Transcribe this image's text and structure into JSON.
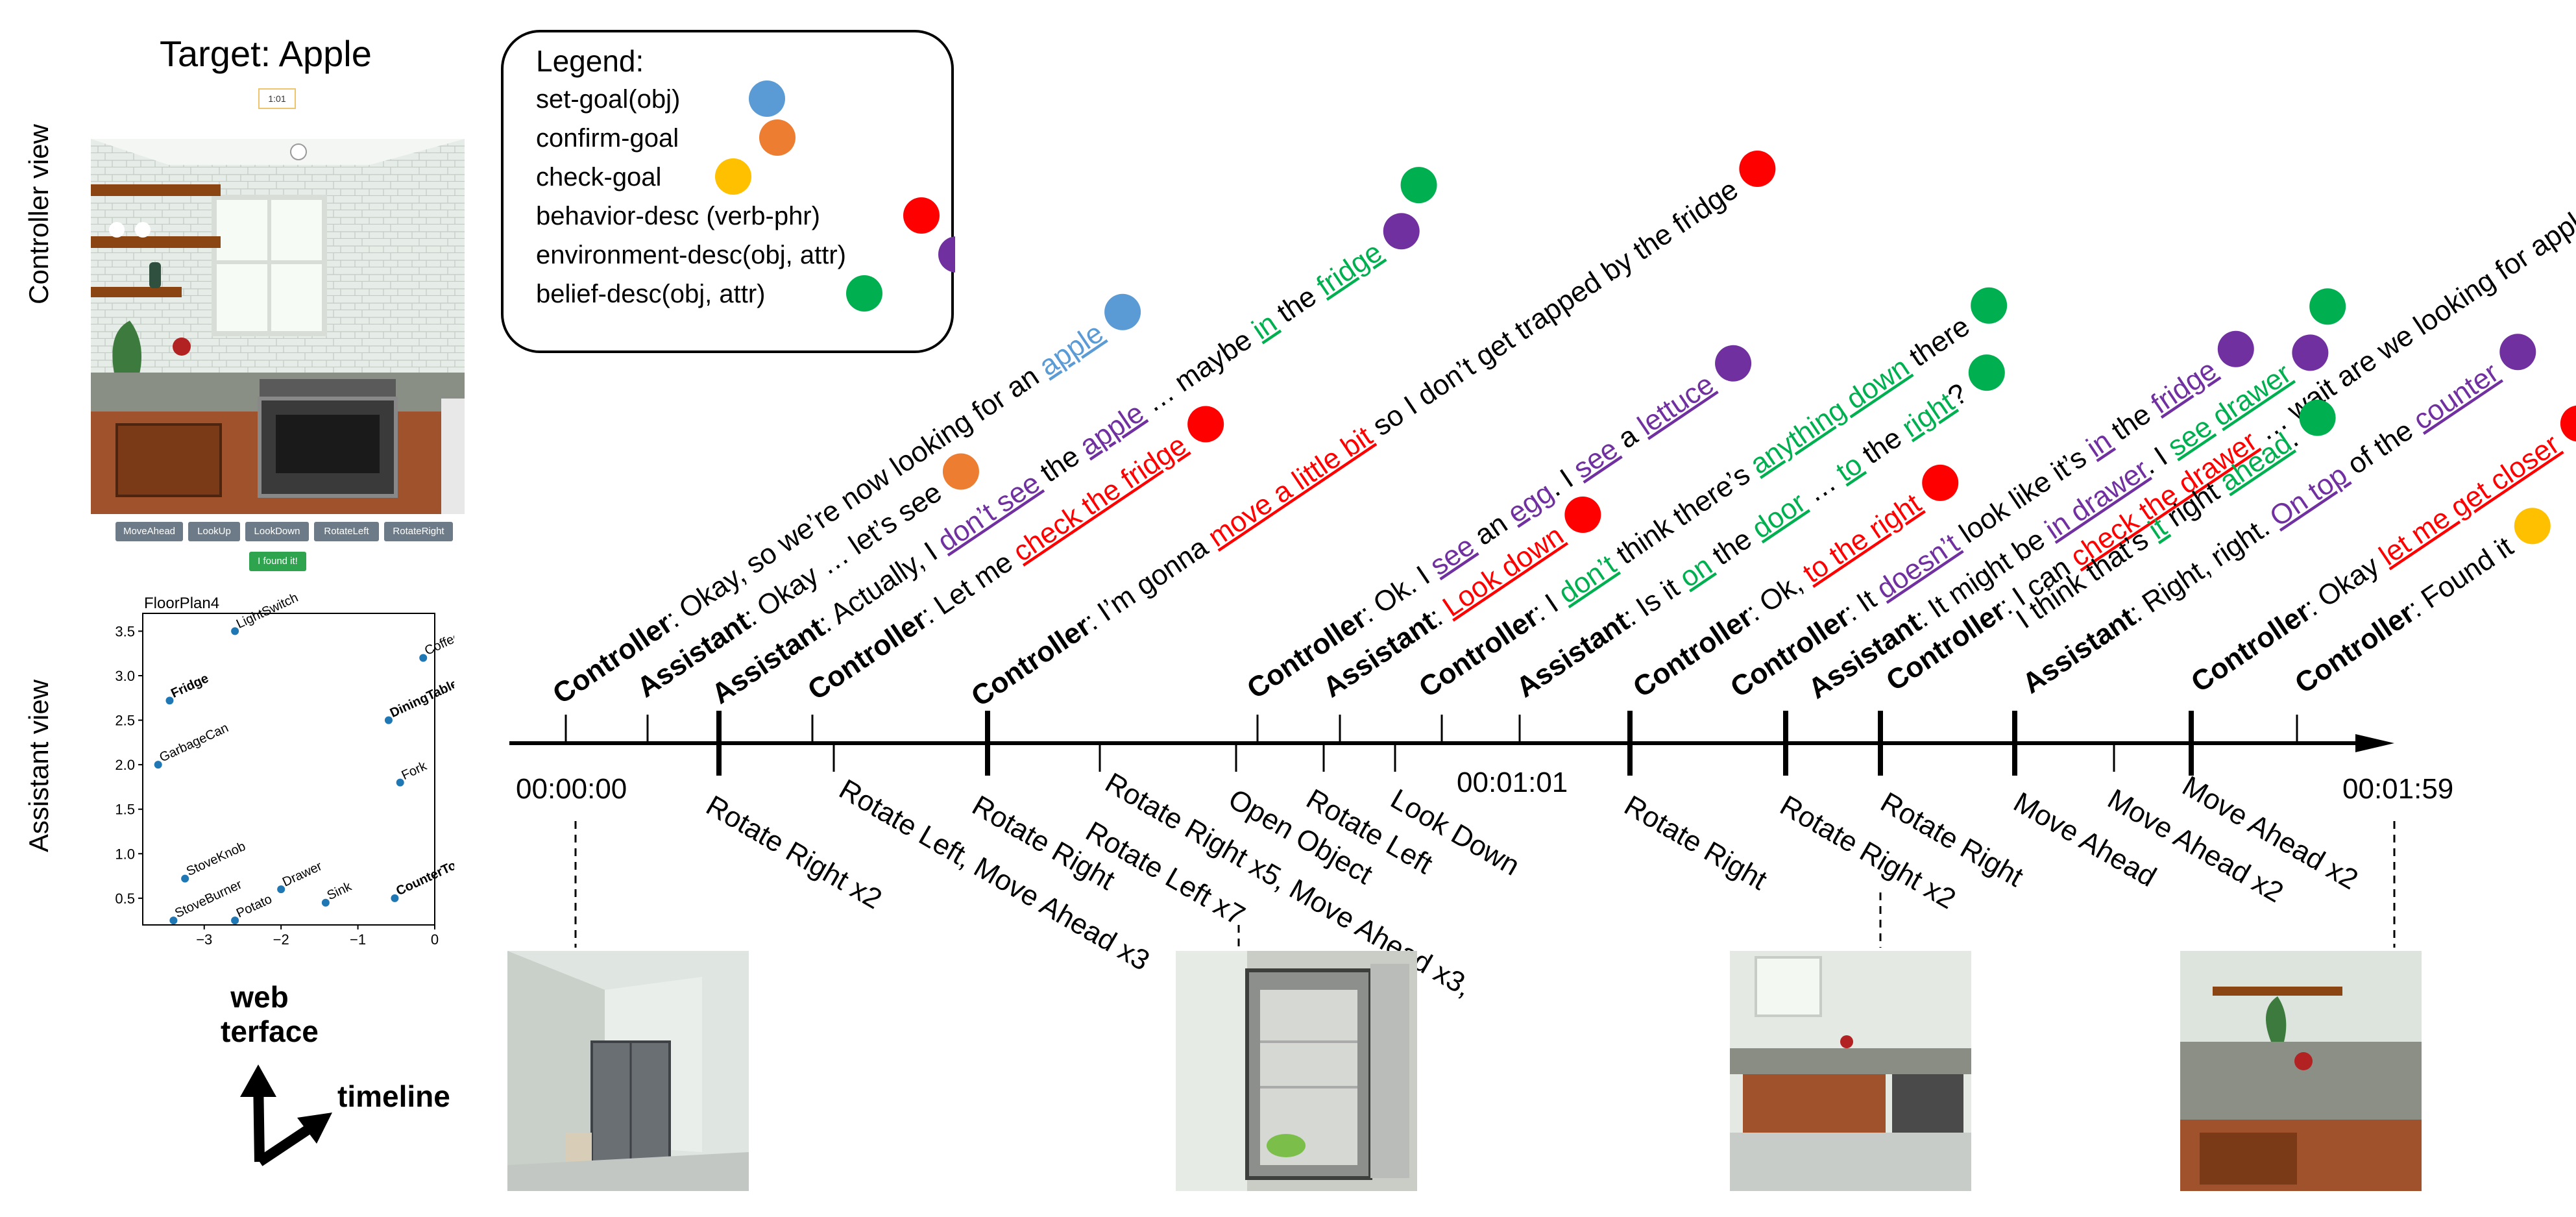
{
  "web_panel": {
    "target": "Target: Apple",
    "timer": "1:01",
    "controller_view_label": "Controller view",
    "assistant_view_label": "Assistant view",
    "buttons": [
      "MoveAhead",
      "LookUp",
      "LookDown",
      "RotateLeft",
      "RotateRight"
    ],
    "found_button": "I found it!",
    "axes_labels": [
      "web",
      "interface",
      "timeline"
    ]
  },
  "floorplan": {
    "title": "FloorPlan4",
    "points": [
      {
        "name": "LightSwitch",
        "x": -2.6,
        "y": 3.5,
        "bold": false
      },
      {
        "name": "CoffeeM",
        "x": -0.15,
        "y": 3.2,
        "bold": false
      },
      {
        "name": "Fridge",
        "x": -3.45,
        "y": 2.72,
        "bold": true
      },
      {
        "name": "DiningTable",
        "x": -0.6,
        "y": 2.5,
        "bold": true
      },
      {
        "name": "GarbageCan",
        "x": -3.6,
        "y": 2.0,
        "bold": false
      },
      {
        "name": "Fork",
        "x": -0.45,
        "y": 1.8,
        "bold": false
      },
      {
        "name": "StoveKnob",
        "x": -3.25,
        "y": 0.72,
        "bold": false
      },
      {
        "name": "Drawer",
        "x": -2.0,
        "y": 0.6,
        "bold": false
      },
      {
        "name": "Sink",
        "x": -1.42,
        "y": 0.45,
        "bold": false
      },
      {
        "name": "CounterTop",
        "x": -0.52,
        "y": 0.5,
        "bold": true
      },
      {
        "name": "StoveBurner",
        "x": -3.4,
        "y": 0.25,
        "bold": false
      },
      {
        "name": "Potato",
        "x": -2.6,
        "y": 0.25,
        "bold": false
      }
    ],
    "xticks": [
      "−3",
      "−2",
      "−1",
      "0"
    ],
    "yticks": [
      "0.5",
      "1.0",
      "1.5",
      "2.0",
      "2.5",
      "3.0",
      "3.5"
    ]
  },
  "legend": {
    "title": "Legend:",
    "items": [
      {
        "label": "set-goal(obj)",
        "color": "#5b9bd5"
      },
      {
        "label": "confirm-goal",
        "color": "#ed7d31"
      },
      {
        "label": "check-goal",
        "color": "#ffc000"
      },
      {
        "label": "behavior-desc (verb-phr)",
        "color": "#ff0000"
      },
      {
        "label": "environment-desc(obj, attr)",
        "color": "#7030a0"
      },
      {
        "label": "belief-desc(obj, attr)",
        "color": "#00b050"
      }
    ]
  },
  "colors": {
    "set": "#5b9bd5",
    "confirm": "#ed7d31",
    "check": "#ffc000",
    "behavior": "#ff0000",
    "env": "#7030a0",
    "belief": "#00b050",
    "text": "#000000"
  },
  "utterances": [
    {
      "speaker": "Controller",
      "segments": [
        {
          "t": ": Okay, so we’re now looking for an "
        },
        {
          "t": "apple",
          "c": "set",
          "u": true
        }
      ],
      "dots": [
        "set"
      ]
    },
    {
      "speaker": "Assistant",
      "segments": [
        {
          "t": ": Okay … let’s see"
        }
      ],
      "dots": [
        "confirm"
      ]
    },
    {
      "speaker": "Assistant",
      "segments": [
        {
          "t": ": Actually, I "
        },
        {
          "t": "don’t see",
          "c": "env",
          "u": true
        },
        {
          "t": " the "
        },
        {
          "t": "apple",
          "c": "env",
          "u": true
        },
        {
          "t": " … maybe "
        },
        {
          "t": "in",
          "c": "belief",
          "u": true
        },
        {
          "t": " the "
        },
        {
          "t": "fridge",
          "c": "belief",
          "u": true
        }
      ],
      "dots": [
        "env",
        "belief"
      ]
    },
    {
      "speaker": "Controller",
      "segments": [
        {
          "t": ":  Let me "
        },
        {
          "t": "check the fridge",
          "c": "behavior",
          "u": true
        }
      ],
      "dots": [
        "behavior"
      ]
    },
    {
      "speaker": "Controller",
      "segments": [
        {
          "t": ": I’m gonna "
        },
        {
          "t": "move a little bit",
          "c": "behavior",
          "u": true
        },
        {
          "t": " so I don’t get trapped by the fridge"
        }
      ],
      "dots": [
        "behavior"
      ]
    },
    {
      "speaker": "Controller",
      "segments": [
        {
          "t": ": Ok. I "
        },
        {
          "t": "see",
          "c": "env",
          "u": true
        },
        {
          "t": " an "
        },
        {
          "t": "egg",
          "c": "env",
          "u": true
        },
        {
          "t": ". I "
        },
        {
          "t": "see",
          "c": "env",
          "u": true
        },
        {
          "t": " a "
        },
        {
          "t": "lettuce",
          "c": "env",
          "u": true
        }
      ],
      "dots": [
        "env"
      ]
    },
    {
      "speaker": "Assistant",
      "segments": [
        {
          "t": ": "
        },
        {
          "t": "Look down",
          "c": "behavior",
          "u": true
        }
      ],
      "dots": [
        "behavior"
      ]
    },
    {
      "speaker": "Controller",
      "segments": [
        {
          "t": ": I "
        },
        {
          "t": "don’t",
          "c": "belief",
          "u": true
        },
        {
          "t": " think there’s "
        },
        {
          "t": "anything down",
          "c": "belief",
          "u": true
        },
        {
          "t": " there"
        }
      ],
      "dots": [
        "belief"
      ]
    },
    {
      "speaker": "Assistant",
      "segments": [
        {
          "t": ": Is it "
        },
        {
          "t": "on",
          "c": "belief",
          "u": true
        },
        {
          "t": " the "
        },
        {
          "t": "door",
          "c": "belief",
          "u": true
        },
        {
          "t": " … "
        },
        {
          "t": "to",
          "c": "belief",
          "u": true
        },
        {
          "t": " the "
        },
        {
          "t": "right",
          "c": "belief",
          "u": true
        },
        {
          "t": "?"
        }
      ],
      "dots": [
        "belief"
      ]
    },
    {
      "speaker": "Controller",
      "segments": [
        {
          "t": ":  Ok, "
        },
        {
          "t": "to the right",
          "c": "behavior",
          "u": true
        }
      ],
      "dots": [
        "behavior"
      ]
    },
    {
      "speaker": "Controller",
      "segments": [
        {
          "t": ": It "
        },
        {
          "t": "doesn’t",
          "c": "env",
          "u": true
        },
        {
          "t": " look like it’s "
        },
        {
          "t": "in",
          "c": "env",
          "u": true
        },
        {
          "t": " the "
        },
        {
          "t": "fridge",
          "c": "env",
          "u": true
        }
      ],
      "dots": [
        "env"
      ]
    },
    {
      "speaker": "Assistant",
      "segments": [
        {
          "t": ": It might be "
        },
        {
          "t": "in drawer",
          "c": "env",
          "u": true
        },
        {
          "t": ". I "
        },
        {
          "t": "see",
          "c": "belief",
          "u": true
        },
        {
          "t": " "
        },
        {
          "t": "drawer",
          "c": "belief",
          "u": true
        }
      ],
      "dots": [
        "env",
        "belief"
      ]
    },
    {
      "speaker": "Controller",
      "segments": [
        {
          "t": ": I can "
        },
        {
          "t": "check the drawer",
          "c": "behavior",
          "u": true
        },
        {
          "t": " … wait are we looking for apple?"
        }
      ],
      "dots": [
        "behavior",
        "confirm"
      ]
    },
    {
      "speaker": "",
      "segments": [
        {
          "t": "I think that’s "
        },
        {
          "t": "it",
          "c": "belief",
          "u": true
        },
        {
          "t": " right "
        },
        {
          "t": "ahead",
          "c": "belief",
          "u": true
        },
        {
          "t": "."
        }
      ],
      "dots": [
        "belief"
      ]
    },
    {
      "speaker": "Assistant",
      "segments": [
        {
          "t": ": Right, right. "
        },
        {
          "t": "On top",
          "c": "env",
          "u": true
        },
        {
          "t": " of the "
        },
        {
          "t": "counter",
          "c": "env",
          "u": true
        }
      ],
      "dots": [
        "env"
      ]
    },
    {
      "speaker": "Controller",
      "segments": [
        {
          "t": ": Okay "
        },
        {
          "t": "let me get closer",
          "c": "behavior",
          "u": true
        }
      ],
      "dots": [
        "behavior"
      ]
    },
    {
      "speaker": "Controller",
      "segments": [
        {
          "t": ": Found it"
        }
      ],
      "dots": [
        "check"
      ]
    }
  ],
  "timeline": {
    "timestamps": [
      "00:00:00",
      "00:01:01",
      "00:01:59"
    ],
    "actions": [
      "Rotate Right x2",
      "Rotate Left, Move Ahead x3",
      "Rotate Right",
      "Rotate Right x5, Move Ahead x3,",
      "Rotate Left x7",
      "Open Object",
      "Rotate Left",
      "Look Down",
      "Rotate Right",
      "Rotate Right x2",
      "Rotate Right",
      "Move Ahead",
      "Move Ahead x2",
      "Move Ahead x2"
    ]
  }
}
